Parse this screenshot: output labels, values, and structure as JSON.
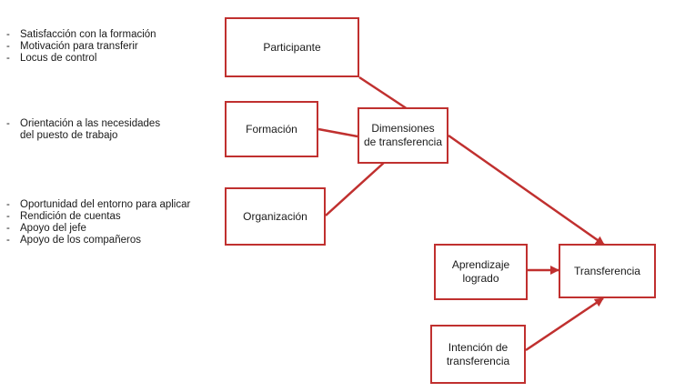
{
  "colors": {
    "accent": "#c0302f",
    "text": "#1a1a1a"
  },
  "lists": {
    "participant_factors": [
      "Satisfacción con la formación",
      "Motivación para transferir",
      "Locus de control"
    ],
    "training_factors": [
      "Orientación a las necesidades\ndel puesto de trabajo"
    ],
    "organization_factors": [
      "Oportunidad del entorno para aplicar",
      "Rendición de cuentas",
      "Apoyo del jefe",
      "Apoyo de los compañeros"
    ]
  },
  "nodes": {
    "participante": "Participante",
    "formacion": "Formación",
    "organizacion": "Organización",
    "dimensiones": "Dimensiones\nde transferencia",
    "aprendizaje": "Aprendizaje\nlogrado",
    "intencion": "Intención de\ntransferencia",
    "transferencia": "Transferencia"
  },
  "bullet_marker": "-"
}
